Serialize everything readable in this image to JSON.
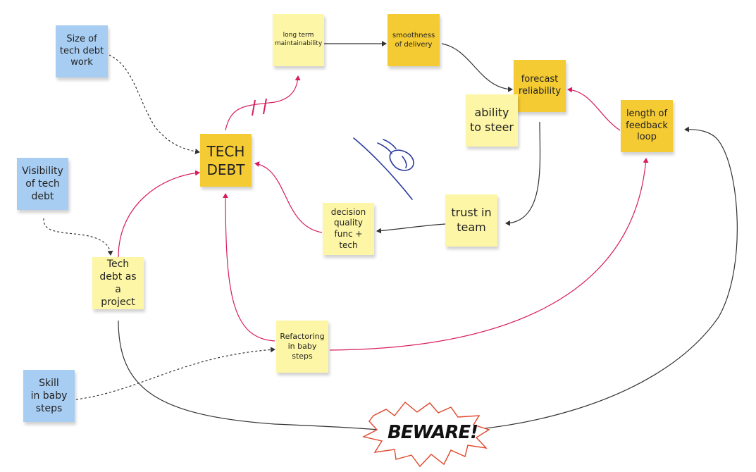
{
  "diagram": {
    "notes": {
      "size_of_tech_debt_work": "Size of\ntech debt\nwork",
      "visibility_of_tech_debt": "Visibility\nof tech\ndebt",
      "skill_in_baby_steps": "Skill\nin baby\nsteps",
      "long_term_maintainability": "long term\nmaintainability",
      "smoothness_of_delivery": "smoothness\nof  delivery",
      "forecast_reliability": "forecast\nreliability",
      "length_of_feedback_loop": "length of\nfeedback\nloop",
      "ability_to_steer": "ability\nto steer",
      "tech_debt": "TECH\nDEBT",
      "trust_in_team": "trust in\nteam",
      "decision_quality": "decision\nquality\nfunc + tech",
      "tech_debt_as_project": "Tech\ndebt as a\nproject",
      "refactoring_in_baby_steps": "Refactoring\nin baby\nsteps"
    },
    "beware_label": "BEWARE!",
    "colors": {
      "blue_note": "#a8cdf2",
      "pale_note": "#fdf6a6",
      "gold_note": "#f5cb33",
      "arrow_black": "#333333",
      "arrow_pink": "#d81b60",
      "doodle": "#2a3a9c",
      "beware_outline": "#e0462a"
    }
  }
}
